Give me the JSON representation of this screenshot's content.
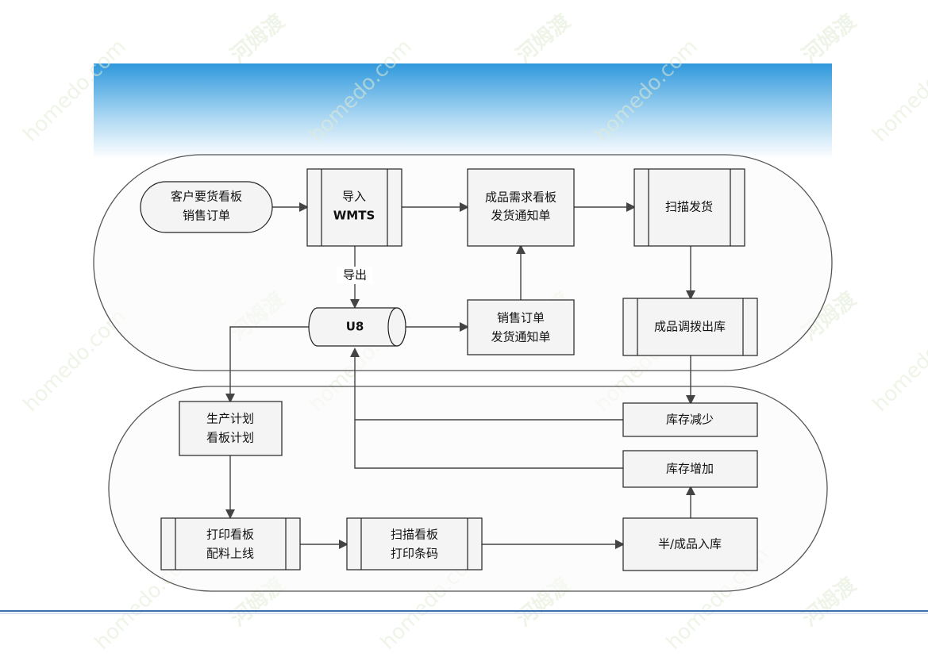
{
  "diagram": {
    "nodes": {
      "customer_order": {
        "lines": [
          "客户要货看板",
          "销售订单"
        ]
      },
      "import_wmts": {
        "lines": [
          "导入",
          "WMTS"
        ]
      },
      "demand_board": {
        "lines": [
          "成品需求看板",
          "发货通知单"
        ]
      },
      "scan_ship": {
        "lines": [
          "扫描发货"
        ]
      },
      "u8": {
        "lines": [
          "U8"
        ]
      },
      "sales_notice": {
        "lines": [
          "销售订单",
          "发货通知单"
        ]
      },
      "transfer_out": {
        "lines": [
          "成品调拨出库"
        ]
      },
      "production_plan": {
        "lines": [
          "生产计划",
          "看板计划"
        ]
      },
      "stock_decrease": {
        "lines": [
          "库存减少"
        ]
      },
      "stock_increase": {
        "lines": [
          "库存增加"
        ]
      },
      "print_board": {
        "lines": [
          "打印看板",
          "配料上线"
        ]
      },
      "scan_board": {
        "lines": [
          "扫描看板",
          "打印条码"
        ]
      },
      "warehouse_in": {
        "lines": [
          "半/成品入库"
        ]
      }
    },
    "edge_labels": {
      "export": "导出"
    }
  },
  "watermark": {
    "text": "homedo.com",
    "mark": "河姆渡"
  },
  "colors": {
    "header_blue": "#3a9fdc",
    "shape_fill": "#f4f4f4",
    "line": "#444444",
    "footer_line": "#3a6fb0"
  }
}
